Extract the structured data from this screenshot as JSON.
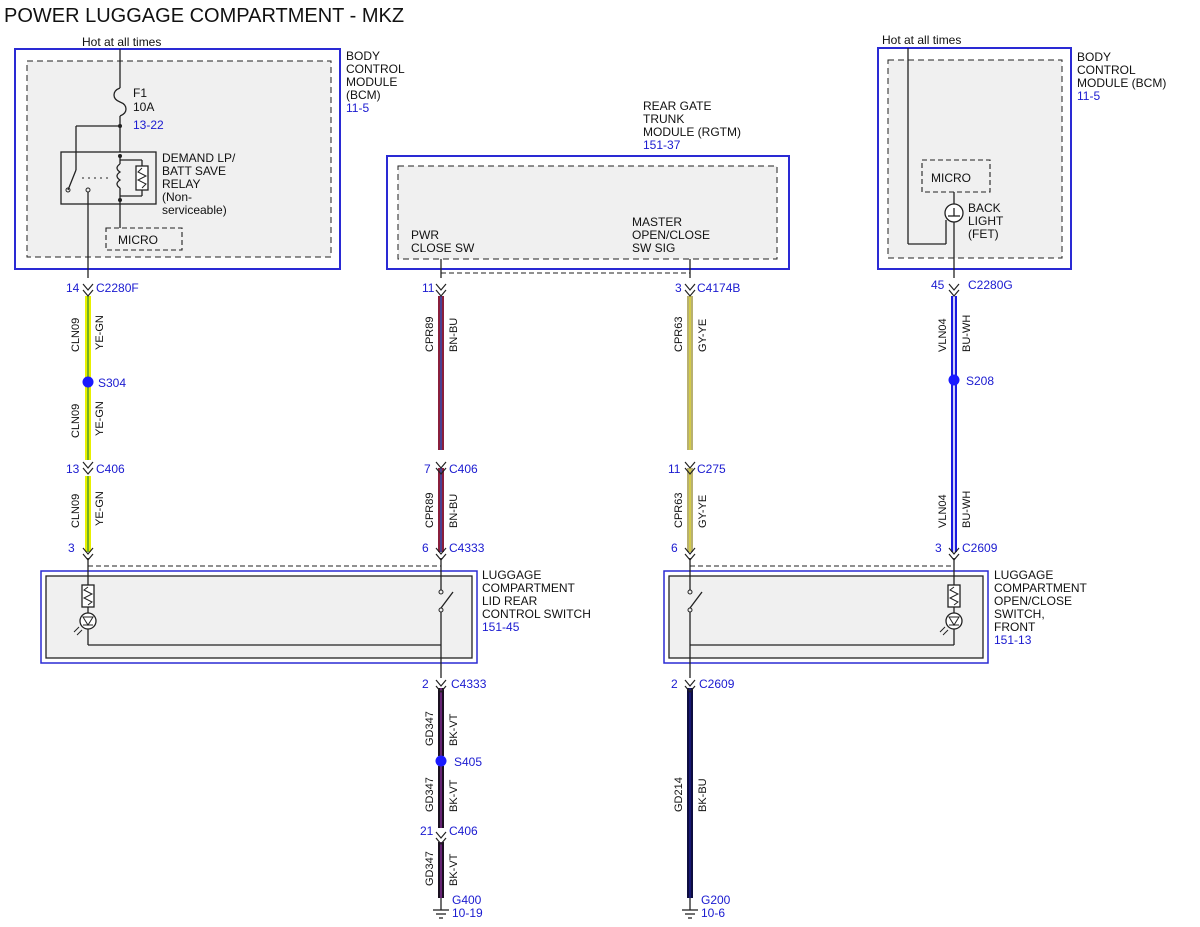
{
  "title": "POWER LUGGAGE COMPARTMENT - MKZ",
  "bcm_left": {
    "hot_label": "Hot at all times",
    "name_lines": [
      "BODY",
      "CONTROL",
      "MODULE",
      "(BCM)"
    ],
    "ref": "11-5",
    "fuse_name": "F1",
    "fuse_rating": "10A",
    "fuse_ref": "13-22",
    "relay_lines": [
      "DEMAND LP/",
      "BATT SAVE",
      "RELAY",
      "(Non-",
      "serviceable)"
    ],
    "micro": "MICRO"
  },
  "rgtm": {
    "name_lines": [
      "REAR GATE",
      "TRUNK",
      "MODULE (RGTM)"
    ],
    "ref": "151-37",
    "pin1_lines": [
      "PWR",
      "CLOSE SW"
    ],
    "pin2_lines": [
      "MASTER",
      "OPEN/CLOSE",
      "SW SIG"
    ]
  },
  "bcm_right": {
    "hot_label": "Hot at all times",
    "name_lines": [
      "BODY",
      "CONTROL",
      "MODULE (BCM)"
    ],
    "ref": "11-5",
    "micro": "MICRO",
    "fet_lines": [
      "BACK",
      "LIGHT",
      "(FET)"
    ]
  },
  "switch_left": {
    "name_lines": [
      "LUGGAGE",
      "COMPARTMENT",
      "LID REAR",
      "CONTROL SWITCH"
    ],
    "ref": "151-45"
  },
  "switch_right": {
    "name_lines": [
      "LUGGAGE",
      "COMPARTMENT",
      "OPEN/CLOSE",
      "SWITCH,",
      "FRONT"
    ],
    "ref": "151-13"
  },
  "connectors": {
    "c2280f": {
      "pin": "14",
      "name": "C2280F"
    },
    "s304": {
      "name": "S304"
    },
    "c406_a": {
      "pin": "13",
      "name": "C406"
    },
    "lsw_pin3": {
      "pin": "3"
    },
    "c4174b_pin11": {
      "pin": "11"
    },
    "c406_b": {
      "pin": "7",
      "name": "C406"
    },
    "c4333_top": {
      "pin": "6",
      "name": "C4333"
    },
    "c4333_bot": {
      "pin": "2",
      "name": "C4333"
    },
    "s405": {
      "name": "S405"
    },
    "c406_c": {
      "pin": "21",
      "name": "C406"
    },
    "g400": {
      "name": "G400",
      "ref": "10-19"
    },
    "c4174b": {
      "pin": "3",
      "name": "C4174B"
    },
    "c275": {
      "pin": "11",
      "name": "C275"
    },
    "rsw_pin6": {
      "pin": "6"
    },
    "c2609_bot": {
      "pin": "2",
      "name": "C2609"
    },
    "g200": {
      "name": "G200",
      "ref": "10-6"
    },
    "c2280g": {
      "pin": "45",
      "name": "C2280G"
    },
    "s208": {
      "name": "S208"
    },
    "c2609_top": {
      "pin": "3",
      "name": "C2609"
    }
  },
  "wires": {
    "w1a": {
      "circuit": "CLN09",
      "color": "YE-GN"
    },
    "w1b": {
      "circuit": "CLN09",
      "color": "YE-GN"
    },
    "w1c": {
      "circuit": "CLN09",
      "color": "YE-GN"
    },
    "w2a": {
      "circuit": "CPR89",
      "color": "BN-BU"
    },
    "w2b": {
      "circuit": "CPR89",
      "color": "BN-BU"
    },
    "w3a": {
      "circuit": "GD347",
      "color": "BK-VT"
    },
    "w3b": {
      "circuit": "GD347",
      "color": "BK-VT"
    },
    "w3c": {
      "circuit": "GD347",
      "color": "BK-VT"
    },
    "w4a": {
      "circuit": "CPR63",
      "color": "GY-YE"
    },
    "w4b": {
      "circuit": "CPR63",
      "color": "GY-YE"
    },
    "w5": {
      "circuit": "GD214",
      "color": "BK-BU"
    },
    "w6a": {
      "circuit": "VLN04",
      "color": "BU-WH"
    },
    "w6b": {
      "circuit": "VLN04",
      "color": "BU-WH"
    }
  },
  "colors": {
    "module_border": "#2a2ad4",
    "module_fill": "#f0f0f0",
    "label_blue": "#1a1ad0",
    "splice": "#1a1aff",
    "ye_gn_main": "#e8f000",
    "ye_gn_stripe": "#5aa028",
    "bn_bu_main": "#8a1f3c",
    "bn_bu_stripe": "#3a4aa8",
    "bk_vt_main": "#1a1020",
    "bk_vt_stripe": "#7a2a8a",
    "gy_ye_main": "#b8b070",
    "gy_ye_stripe": "#d8d040",
    "bk_bu_main": "#0d0d40",
    "bk_bu_stripe": "#1a1a80",
    "bu_wh_main": "#1a1ae0",
    "bu_wh_stripe": "#ffffff"
  }
}
